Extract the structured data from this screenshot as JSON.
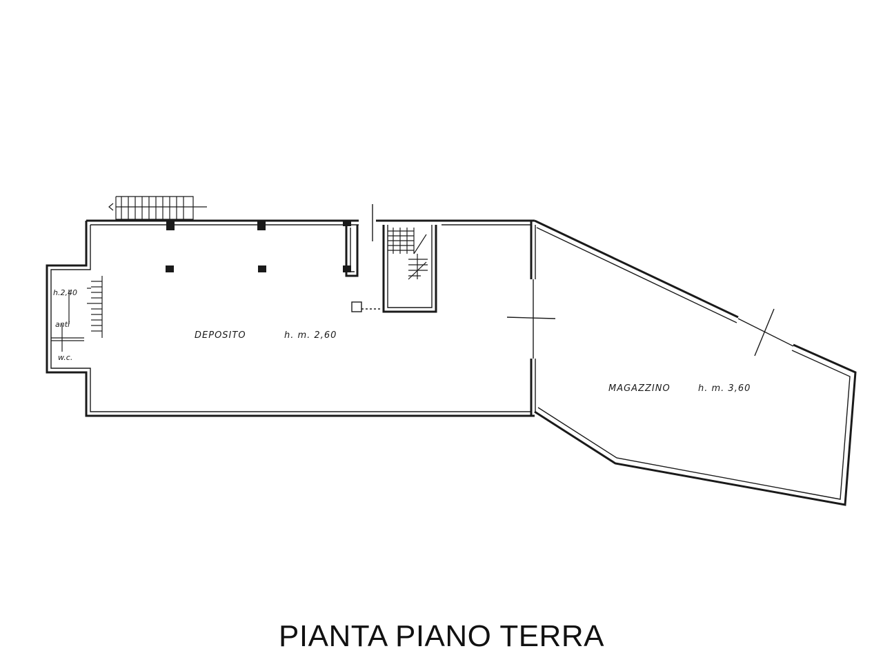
{
  "title": "PIANTA PIANO TERRA",
  "rooms": {
    "deposito": {
      "name": "DEPOSITO",
      "height": "h. m. 2,60"
    },
    "magazzino": {
      "name": "MAGAZZINO",
      "height": "h. m. 3,60"
    },
    "wc_block": {
      "height": "h.2,40",
      "anti": "anti",
      "wc": "w.c."
    }
  }
}
